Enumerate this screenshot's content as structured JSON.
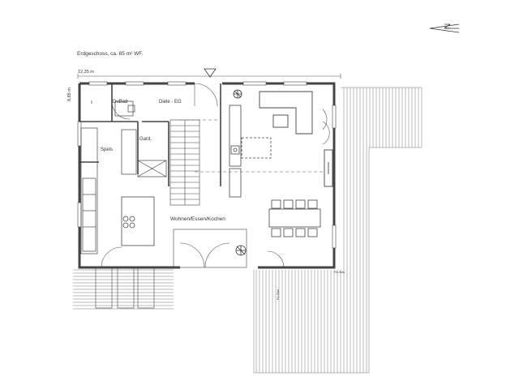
{
  "plan": {
    "title": "Erdgeschoss, ca. 85 m² WF.",
    "dimension_width": "12,35 m",
    "dimension_depth": "8,85 m",
    "north_arrow_letter": "N",
    "rooms": {
      "dusch_bad": "DuBad",
      "diele": "Diele - EG",
      "garderobe": "Gard.",
      "speis": "Speis",
      "wohnen": "Wohnen/Essen/Kochen"
    },
    "notes": {
      "fix_glazing_left": "Fix-Glas",
      "fix_glazing_right": "Fix-Glas"
    }
  },
  "colors": {
    "line": "#333333",
    "wall": "#444444",
    "terrace": "#777777"
  }
}
